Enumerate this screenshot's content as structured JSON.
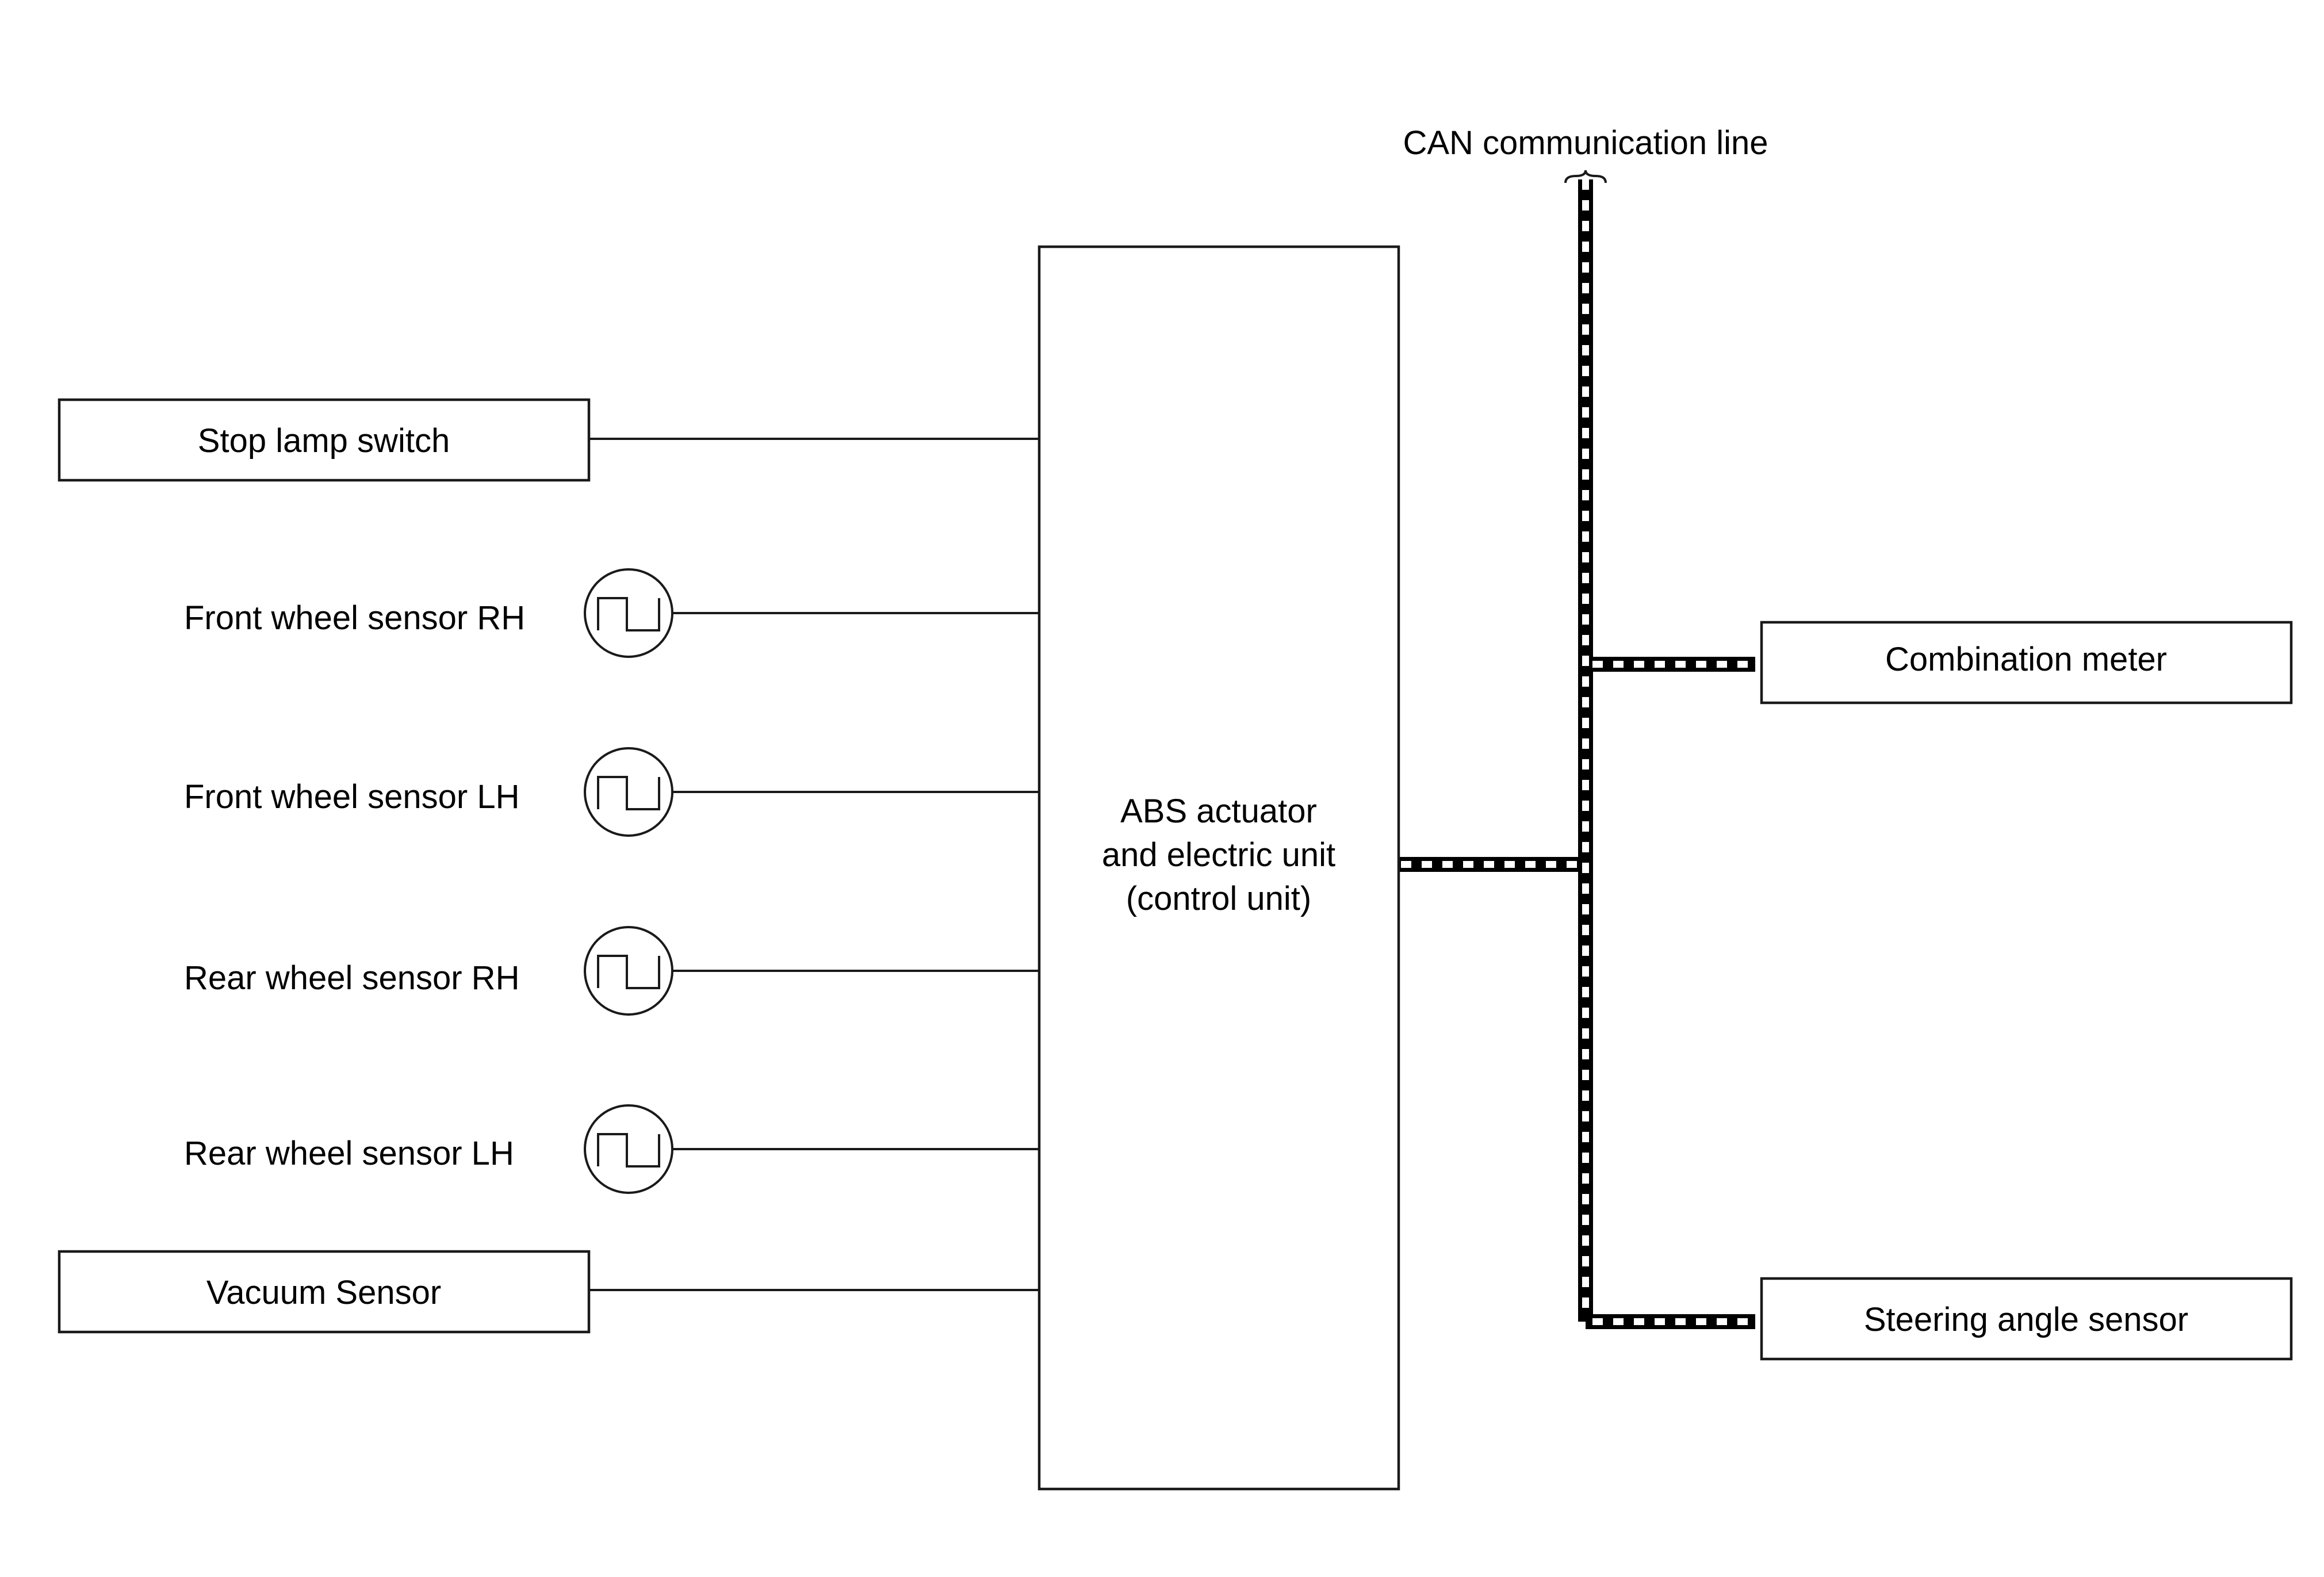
{
  "can_line_label": "CAN communication line",
  "control_unit": {
    "line1": "ABS actuator",
    "line2": "and electric unit",
    "line3": "(control unit)"
  },
  "inputs": {
    "stop_lamp_switch": "Stop lamp switch",
    "front_wheel_sensor_rh": "Front wheel sensor RH",
    "front_wheel_sensor_lh": "Front wheel sensor LH",
    "rear_wheel_sensor_rh": "Rear wheel sensor RH",
    "rear_wheel_sensor_lh": "Rear wheel sensor LH",
    "vacuum_sensor": "Vacuum Sensor"
  },
  "can_nodes": {
    "combination_meter": "Combination meter",
    "steering_angle_sensor": "Steering angle sensor"
  },
  "icons": {
    "wheel_sensor": "pulse-signal-icon"
  }
}
